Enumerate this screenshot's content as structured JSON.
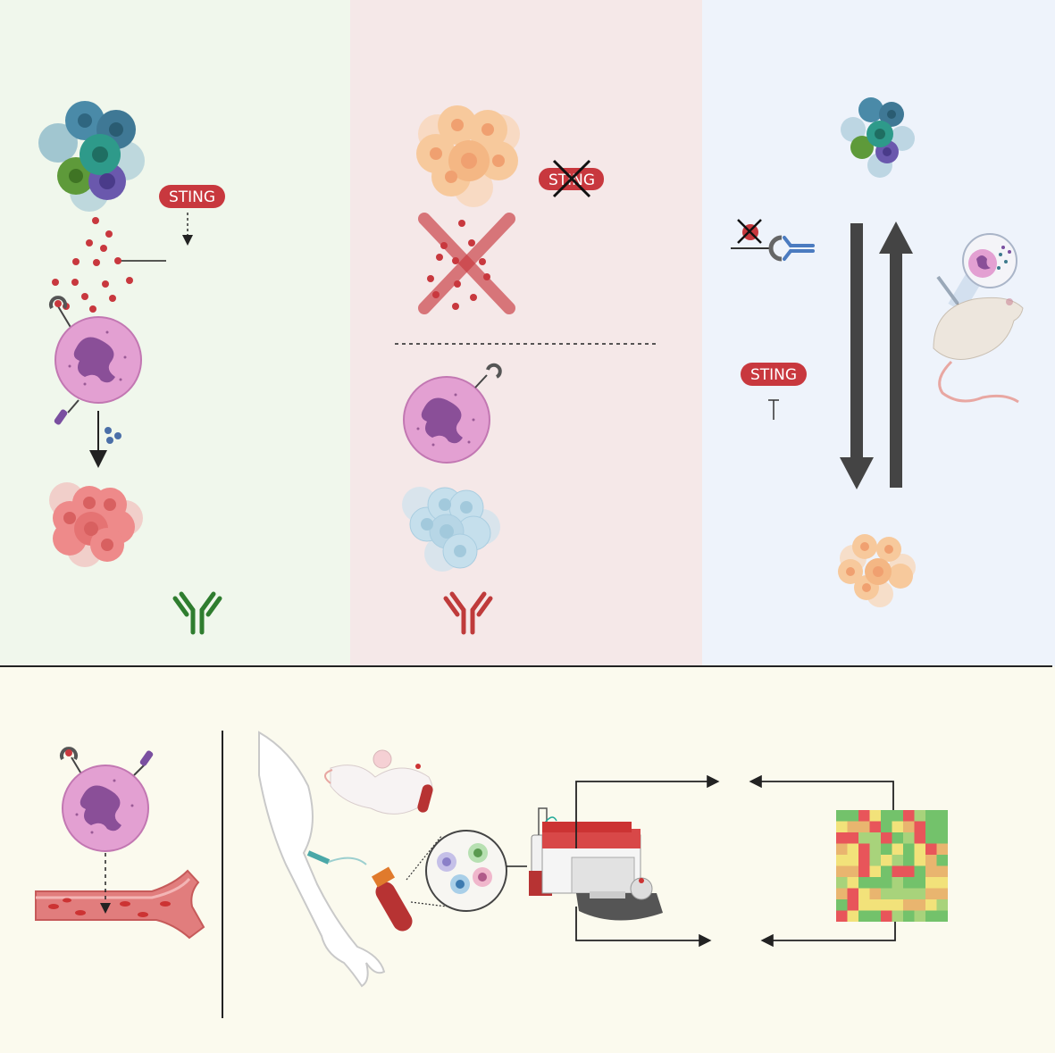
{
  "panels": {
    "green": {
      "color": "#f0f7ec",
      "sting_label": "STING"
    },
    "pink": {
      "color": "#f5e8e8",
      "sting_label": "STING"
    },
    "blue": {
      "color": "#eef3fb",
      "sting_label": "STING"
    },
    "bottom": {
      "color": "#fbfaee"
    }
  },
  "colors": {
    "sting_badge": "#c8383e",
    "cytokine_dot": "#c8383e",
    "neutrophil": "#e3a0d2",
    "nucleus": "#8a4f98",
    "antibody_green": "#2f7d2f",
    "antibody_red": "#bf3b3b",
    "arrow_dark": "#333333",
    "heatmap": [
      "#e8555a",
      "#f2e27a",
      "#73c26b",
      "#e9b56f",
      "#a8d37b"
    ]
  },
  "icons": [
    "tumor-cluster-icon",
    "neutrophil-icon",
    "antibody-icon",
    "mouse-icon",
    "syringe-icon",
    "arm-icon",
    "blood-tube-icon",
    "flow-cytometer-icon",
    "heatmap-icon",
    "blood-vessel-icon"
  ]
}
